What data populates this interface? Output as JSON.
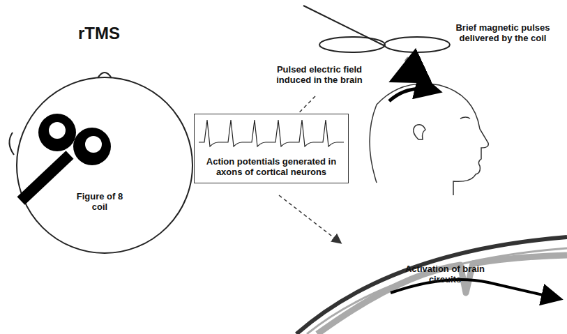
{
  "diagram": {
    "nodes": [
      {
        "text": [
          "Action potentials generated in axons of cortical neurons"
        ]
      }
    ],
    "labels": [
      "rTMS",
      "Figure of 8 coil",
      "Brief magnetic pulses delivered by the coil",
      "Pulsed electric field induced in the brain",
      "Activation of brain circuits"
    ]
  }
}
